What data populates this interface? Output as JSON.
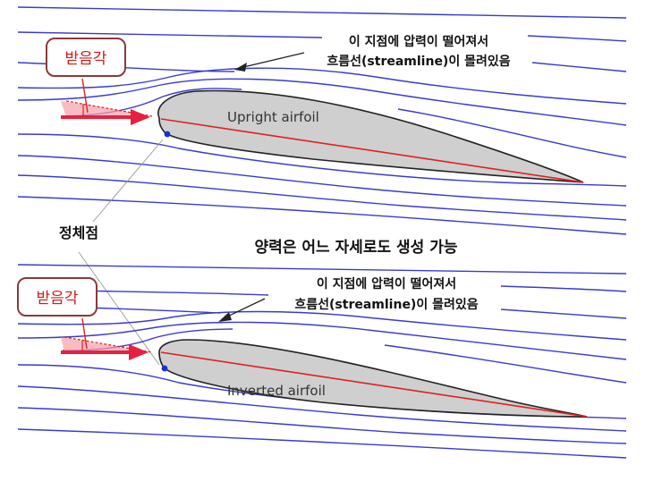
{
  "diagram": {
    "center_title": "양력은 어느 자세로도 생성 가능",
    "stagnation_label": "정체점",
    "upper": {
      "airfoil_label": "Upright airfoil",
      "aoa_label": "받음각",
      "note_line1": "이 지점에 압력이 떨어져서",
      "note_line2": "흐름선(streamline)이 몰려있음"
    },
    "lower": {
      "airfoil_label": "Inverted airfoil",
      "aoa_label": "받음각",
      "note_line1": "이 지점에 압력이 떨어져서",
      "note_line2": "흐름선(streamline)이 몰려있음"
    }
  },
  "colors": {
    "streamline": "#3a3ad0",
    "airfoil_fill": "#cfcfcf",
    "chord_line": "#e02020",
    "aoa_text": "#d01818",
    "aoa_border": "#8b3a3a",
    "stagnation_point": "#1a2ee0"
  }
}
